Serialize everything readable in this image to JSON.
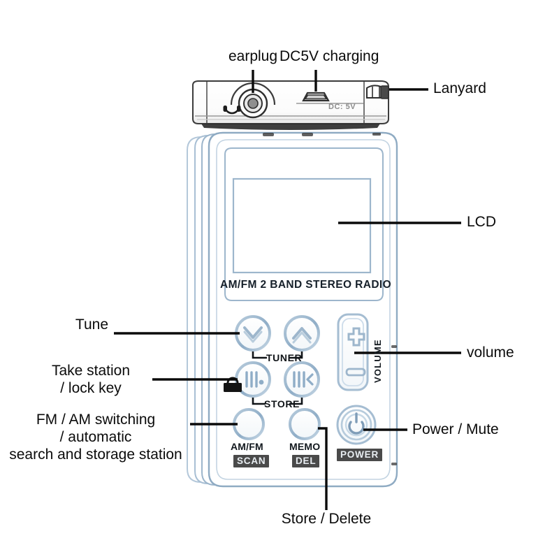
{
  "diagram": {
    "title": "Portable AM/FM radio callout diagram",
    "colors": {
      "background": "#ffffff",
      "device_line": "#9db6cc",
      "device_line_dark": "#7e9ab4",
      "leader_line": "#0b0b0b",
      "badge_bg": "#4a4a4a",
      "badge_text": "#e9eef2",
      "annotation_text": "#0b0b0b",
      "top_panel_line": "#3c3c3c"
    }
  },
  "annotations": [
    {
      "id": "earplug",
      "label": "earplug",
      "side": "top"
    },
    {
      "id": "dc5v",
      "label": "DC5V charging",
      "side": "top"
    },
    {
      "id": "lanyard",
      "label": "Lanyard",
      "side": "right"
    },
    {
      "id": "lcd",
      "label": "LCD",
      "side": "right"
    },
    {
      "id": "volume",
      "label": "volume",
      "side": "right"
    },
    {
      "id": "power-mute",
      "label": "Power / Mute",
      "side": "right"
    },
    {
      "id": "tune",
      "label": "Tune",
      "side": "left"
    },
    {
      "id": "take-station",
      "label": "Take station\n/ lock key",
      "side": "left"
    },
    {
      "id": "fm-am",
      "label": "FM / AM switching\n/ automatic\nsearch and storage station",
      "side": "left"
    },
    {
      "id": "store-delete",
      "label": "Store / Delete",
      "side": "bottom"
    }
  ],
  "device": {
    "brand_line": "AM/FM 2 BAND STEREO RADIO",
    "top_panel": {
      "dc_port_label": "DC: 5V",
      "headphone_icon": "headphone-icon",
      "usb_icon": "micro-usb-icon",
      "lanyard_icon": "lanyard-notch-icon"
    },
    "tuner": {
      "bracket_label": "TUNER",
      "down_button_icon": "chevron-down-icon",
      "up_button_icon": "chevron-up-icon"
    },
    "store": {
      "bracket_label": "STORE",
      "prev_button_icon": "skip-previous-icon",
      "next_button_icon": "skip-next-icon",
      "lock_icon": "lock-icon"
    },
    "buttons": [
      {
        "id": "am-fm",
        "label": "AM/FM",
        "badge": "SCAN"
      },
      {
        "id": "memo",
        "label": "MEMO",
        "badge": "DEL"
      }
    ],
    "power": {
      "badge": "POWER",
      "icon": "power-icon"
    },
    "volume": {
      "label": "VOLUME",
      "plus_icon": "plus-icon",
      "minus_icon": "minus-icon"
    },
    "lcd": {
      "name": "lcd-screen"
    }
  }
}
